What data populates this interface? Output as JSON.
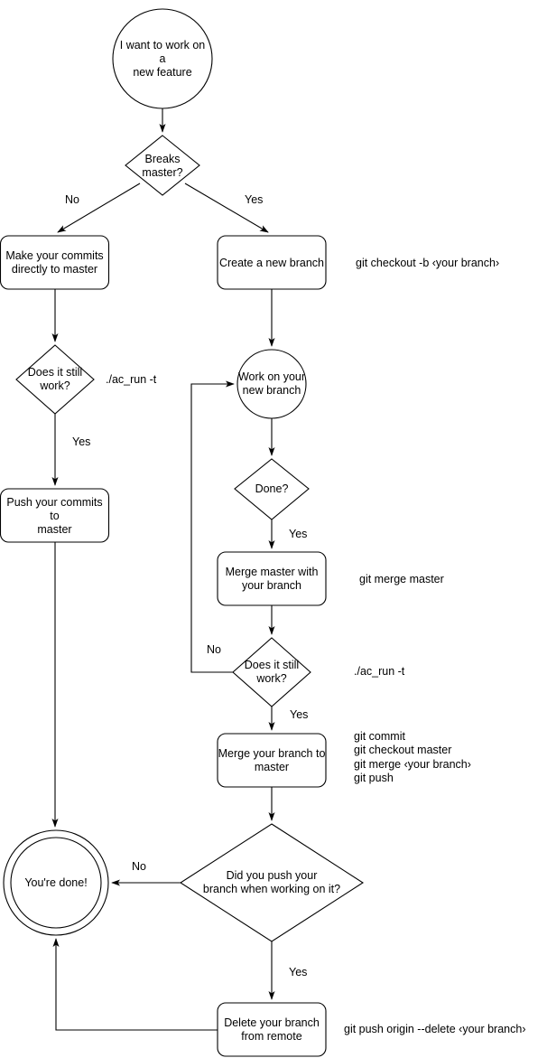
{
  "diagram": {
    "title": "Git feature branch workflow flowchart",
    "stroke_color": "#000000",
    "fill_color": "#ffffff",
    "text_color": "#000000",
    "nodes": {
      "start": {
        "label": "I want to work on a\nnew feature",
        "shape": "circle"
      },
      "breaks_master": {
        "label": "Breaks\nmaster?",
        "shape": "diamond"
      },
      "make_commits": {
        "label": "Make your commits\ndirectly to master",
        "shape": "rounded-rect"
      },
      "create_branch": {
        "label": "Create a new branch",
        "shape": "rounded-rect"
      },
      "still_work_left": {
        "label": "Does it still\nwork?",
        "shape": "diamond"
      },
      "work_branch": {
        "label": "Work on your\nnew branch",
        "shape": "circle"
      },
      "push_commits": {
        "label": "Push your commits to\nmaster",
        "shape": "rounded-rect"
      },
      "done_q": {
        "label": "Done?",
        "shape": "diamond"
      },
      "merge_master": {
        "label": "Merge master with\nyour branch",
        "shape": "rounded-rect"
      },
      "still_work_right": {
        "label": "Does it still\nwork?",
        "shape": "diamond"
      },
      "merge_branch": {
        "label": "Merge your branch to\nmaster",
        "shape": "rounded-rect"
      },
      "youre_done": {
        "label": "You're done!",
        "shape": "double-circle"
      },
      "did_you_push": {
        "label": "Did you push your\nbranch when working on it?",
        "shape": "diamond"
      },
      "delete_branch": {
        "label": "Delete your branch\nfrom remote",
        "shape": "rounded-rect"
      }
    },
    "edge_labels": {
      "breaks_no": "No",
      "breaks_yes": "Yes",
      "still_work_left_yes": "Yes",
      "done_yes": "Yes",
      "still_work_right_no": "No",
      "still_work_right_yes": "Yes",
      "did_you_push_no": "No",
      "did_you_push_yes": "Yes"
    },
    "annotations": {
      "create_branch_cmd": "git checkout -b ‹your branch›",
      "still_work_left_cmd": "./ac_run -t",
      "merge_master_cmd": "git merge master",
      "still_work_right_cmd": "./ac_run -t",
      "merge_branch_cmd": "git commit\ngit checkout master\ngit merge ‹your branch›\ngit push",
      "delete_branch_cmd": "git push origin --delete ‹your branch›"
    }
  }
}
